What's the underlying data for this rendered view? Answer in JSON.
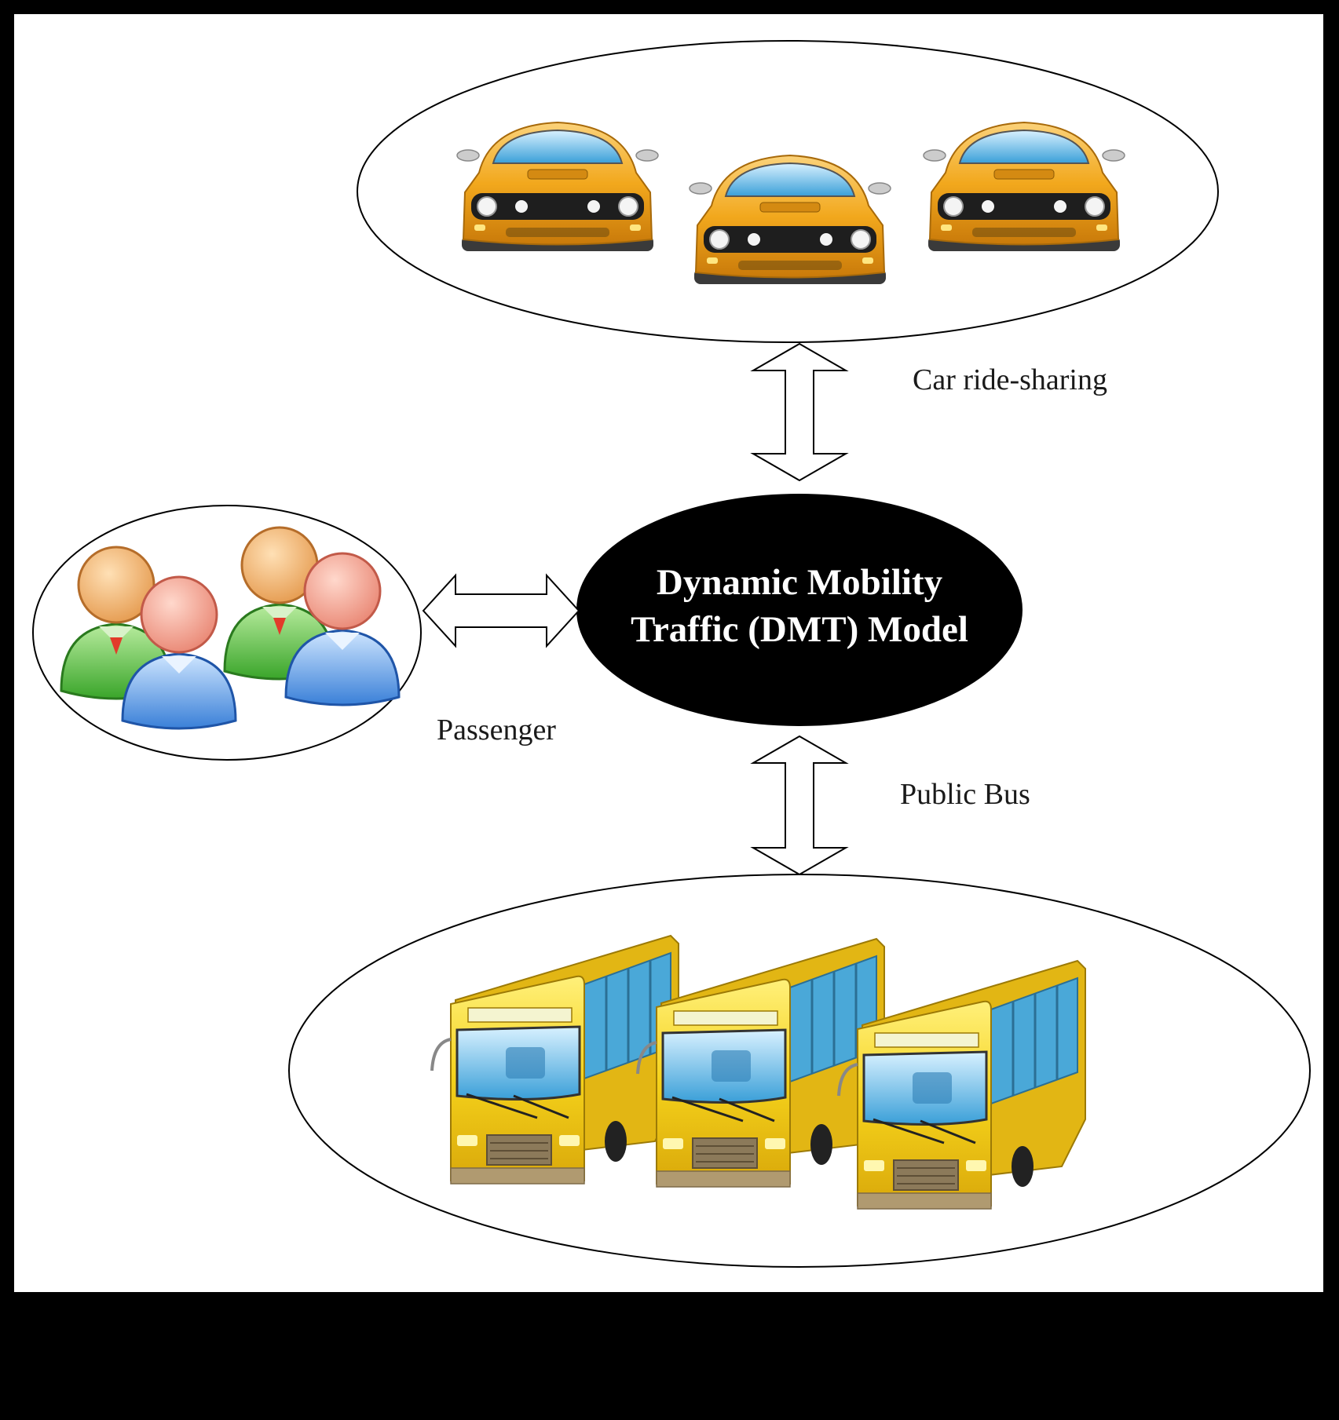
{
  "center": {
    "line1": "Dynamic Mobility",
    "line2": "Traffic (DMT) Model"
  },
  "labels": {
    "car": "Car ride-sharing",
    "passenger": "Passenger",
    "bus": "Public Bus"
  },
  "colors": {
    "frame": "#000000",
    "panel": "#ffffff",
    "car_body": "#f2a81d",
    "bus_body": "#f5d21b",
    "glass": "#55b9ea",
    "person_green": "#4fb93a",
    "person_blue": "#3f8fe0",
    "skin_orange": "#f2b36e",
    "skin_pink": "#f3a392"
  }
}
